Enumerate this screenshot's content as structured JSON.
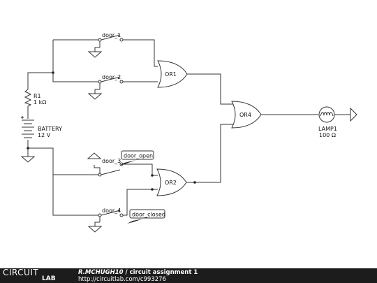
{
  "components": {
    "door_1": "door_1",
    "door_2": "door_2",
    "door_3": "door_3",
    "door_4": "door_4",
    "or1": "OR1",
    "or2": "OR2",
    "or4": "OR4",
    "r1_name": "R1",
    "r1_value": "1 kΩ",
    "battery_name": "BATTERY",
    "battery_value": "12 V",
    "lamp_name": "LAMP1",
    "lamp_value": "100 Ω"
  },
  "annotations": {
    "door_open": "door_open",
    "door_closed": "door_closed"
  },
  "footer": {
    "author": "R.MCHUGH10",
    "separator": " / ",
    "title": "circuit assignment 1",
    "url": "http://circuitlab.com/c993276",
    "logo_top": "CIRCUIT",
    "logo_bottom": "LAB"
  }
}
